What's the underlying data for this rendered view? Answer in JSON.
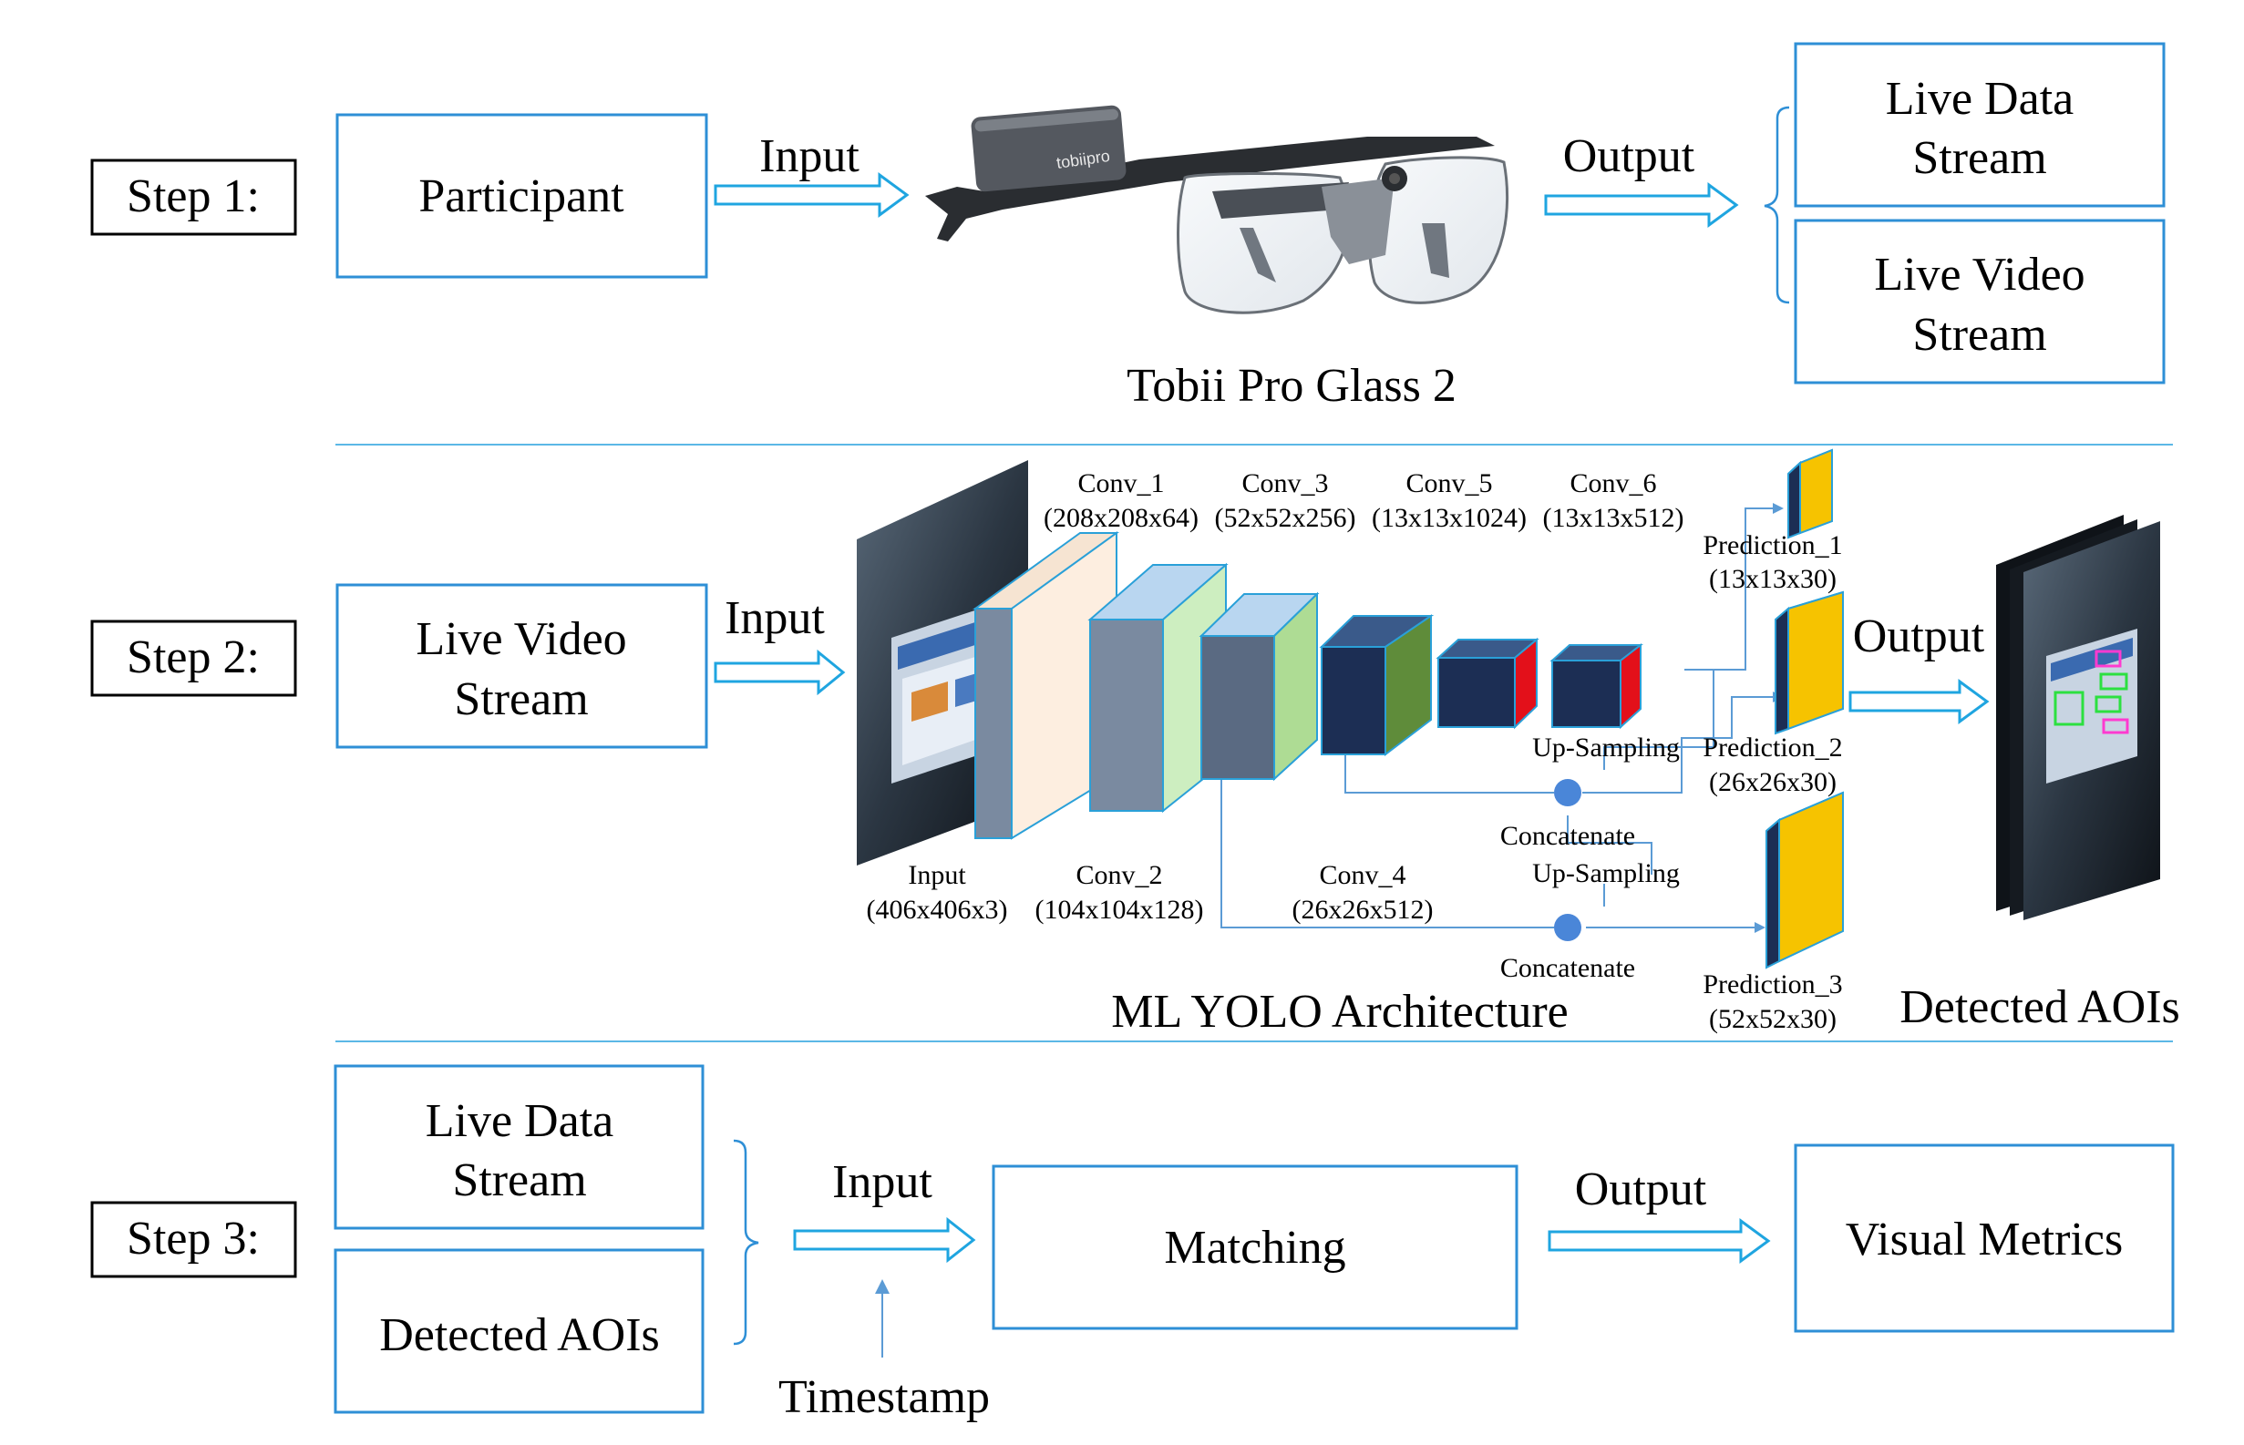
{
  "steps": {
    "step1": {
      "label": "Step 1:",
      "participant": "Participant",
      "input": "Input",
      "output": "Output",
      "device_caption": "Tobii Pro Glass 2",
      "device_brand": "tobiipro",
      "out_top": [
        "Live Data",
        "Stream"
      ],
      "out_bottom": [
        "Live Video",
        "Stream"
      ]
    },
    "step2": {
      "label": "Step 2:",
      "source": [
        "Live Video",
        "Stream"
      ],
      "input": "Input",
      "output": "Output",
      "caption": "ML YOLO Architecture",
      "result_caption": "Detected AOIs",
      "layers": {
        "input": [
          "Input",
          "(406x406x3)"
        ],
        "conv1": [
          "Conv_1",
          "(208x208x64)"
        ],
        "conv2": [
          "Conv_2",
          "(104x104x128)"
        ],
        "conv3": [
          "Conv_3",
          "(52x52x256)"
        ],
        "conv4": [
          "Conv_4",
          "(26x26x512)"
        ],
        "conv5": [
          "Conv_5",
          "(13x13x1024)"
        ],
        "conv6": [
          "Conv_6",
          "(13x13x512)"
        ],
        "pred1": [
          "Prediction_1",
          "(13x13x30)"
        ],
        "pred2": [
          "Prediction_2",
          "(26x26x30)"
        ],
        "pred3": [
          "Prediction_3",
          "(52x52x30)"
        ],
        "upsampling": "Up-Sampling",
        "concatenate": "Concatenate"
      }
    },
    "step3": {
      "label": "Step 3:",
      "in_top": [
        "Live Data",
        "Stream"
      ],
      "in_bottom": "Detected AOIs",
      "input": "Input",
      "timestamp": "Timestamp",
      "matching": "Matching",
      "output": "Output",
      "result": "Visual Metrics"
    }
  },
  "colors": {
    "box_border": "#2e8fd6",
    "arrow": "#1fa5e0",
    "divider": "#5bb8e6",
    "conv1_face": "#fdeee0",
    "conv2_face": "#cdeec0",
    "conv3_face": "#aedc94",
    "block_side": "#7a8aa0",
    "dark_front": "#1c2e54",
    "dark_green": "#5f8c3a",
    "red_side": "#e3101a",
    "pred_face": "#f6c300",
    "node": "#4a86d8"
  }
}
